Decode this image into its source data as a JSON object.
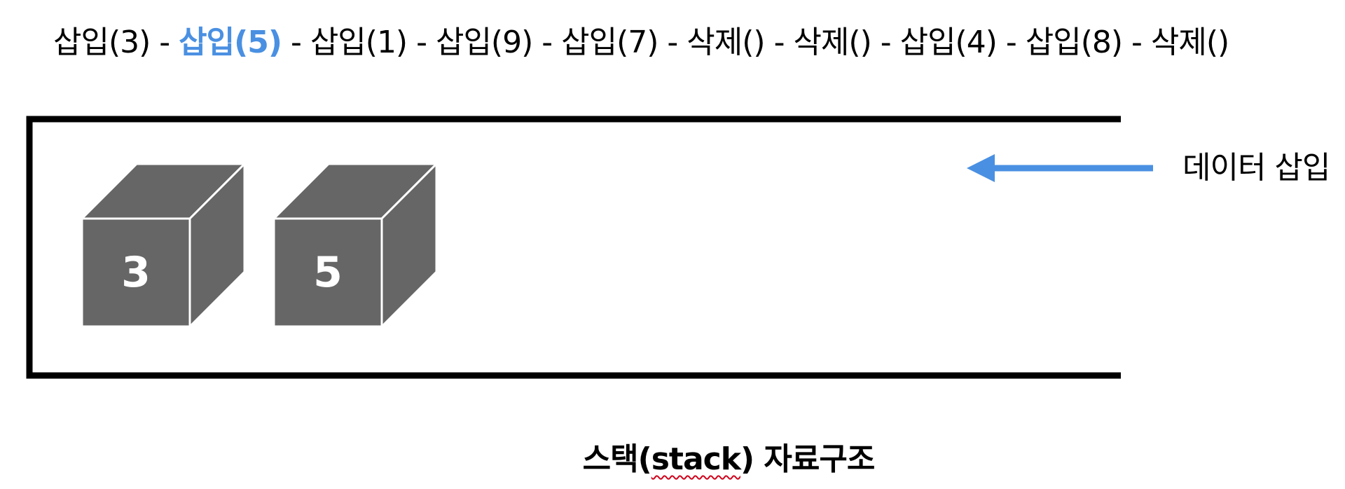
{
  "operations": [
    {
      "label": "삽입(3)",
      "active": false
    },
    {
      "label": "삽입(5)",
      "active": true
    },
    {
      "label": "삽입(1)",
      "active": false
    },
    {
      "label": "삽입(9)",
      "active": false
    },
    {
      "label": "삽입(7)",
      "active": false
    },
    {
      "label": "삭제()",
      "active": false
    },
    {
      "label": "삭제()",
      "active": false
    },
    {
      "label": "삽입(4)",
      "active": false
    },
    {
      "label": "삽입(8)",
      "active": false
    },
    {
      "label": "삭제()",
      "active": false
    }
  ],
  "separator": " - ",
  "stack": {
    "items": [
      "3",
      "5"
    ],
    "insert_label": "데이터 삽입"
  },
  "caption": {
    "ko_prefix": "스택(",
    "en": "stack",
    "ko_suffix": ") 자료구조"
  },
  "colors": {
    "accent": "#4a90e2",
    "box_fill": "#666666",
    "box_stroke": "#ffffff",
    "container": "#000000"
  }
}
